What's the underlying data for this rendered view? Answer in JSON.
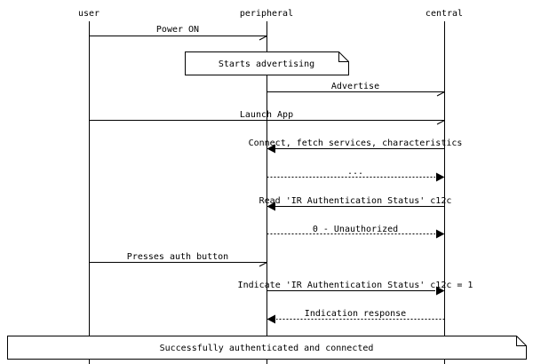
{
  "participants": {
    "user": "user",
    "peripheral": "peripheral",
    "central": "central"
  },
  "messages": [
    {
      "id": "power-on",
      "from": "user",
      "to": "peripheral",
      "label": "Power ON",
      "style": "open-arrow"
    },
    {
      "id": "advertise",
      "from": "peripheral",
      "to": "central",
      "label": "Advertise",
      "style": "open-arrow"
    },
    {
      "id": "launch-app",
      "from": "user",
      "to": "central",
      "label": "Launch App",
      "style": "open-arrow"
    },
    {
      "id": "connect-fetch",
      "from": "central",
      "to": "peripheral",
      "label": "Connect, fetch services, characteristics",
      "style": "filled-arrow"
    },
    {
      "id": "connect-reply",
      "from": "peripheral",
      "to": "central",
      "label": "...",
      "style": "dotted-filled-arrow"
    },
    {
      "id": "read-status",
      "from": "central",
      "to": "peripheral",
      "label": "Read 'IR Authentication Status' c12c",
      "style": "filled-arrow"
    },
    {
      "id": "unauthorized",
      "from": "peripheral",
      "to": "central",
      "label": "0 - Unauthorized",
      "style": "dotted-filled-arrow"
    },
    {
      "id": "presses-auth",
      "from": "user",
      "to": "peripheral",
      "label": "Presses auth button",
      "style": "open-arrow"
    },
    {
      "id": "indicate-status",
      "from": "peripheral",
      "to": "central",
      "label": "Indicate 'IR Authentication Status' c12c = 1",
      "style": "filled-arrow"
    },
    {
      "id": "indication-response",
      "from": "central",
      "to": "peripheral",
      "label": "Indication response",
      "style": "dotted-filled-arrow"
    }
  ],
  "notes": {
    "advertising": "Starts advertising",
    "final": "Successfully authenticated and connected"
  }
}
